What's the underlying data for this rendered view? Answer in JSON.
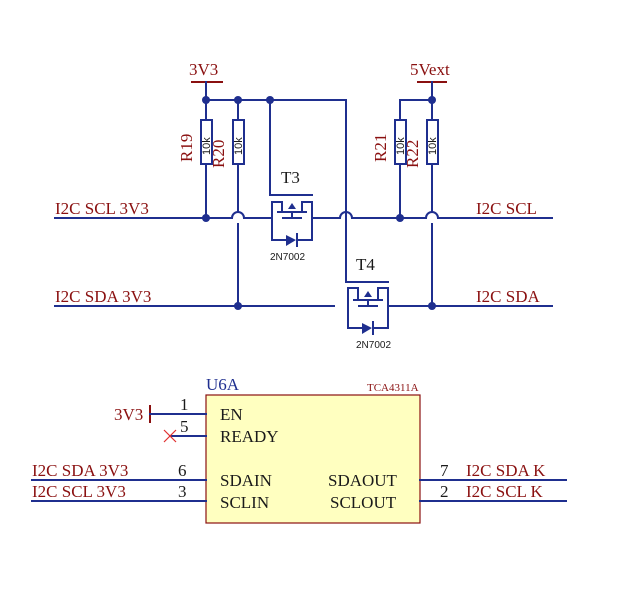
{
  "power": {
    "v33": "3V3",
    "v5": "5Vext"
  },
  "resistors": {
    "r19": {
      "ref": "R19",
      "value": "10k"
    },
    "r20": {
      "ref": "R20",
      "value": "10k"
    },
    "r21": {
      "ref": "R21",
      "value": "10k"
    },
    "r22": {
      "ref": "R22",
      "value": "10k"
    }
  },
  "transistors": {
    "t3": {
      "ref": "T3",
      "part": "2N7002"
    },
    "t4": {
      "ref": "T4",
      "part": "2N7002"
    }
  },
  "nets": {
    "scl_3v3": "I2C SCL 3V3",
    "sda_3v3": "I2C SDA 3V3",
    "scl": "I2C SCL",
    "sda": "I2C SDA",
    "sda_k": "I2C SDA K",
    "scl_k": "I2C SCL K"
  },
  "ic": {
    "ref": "U6A",
    "part": "TCA4311A",
    "body_color": "#ffffc0",
    "pins": {
      "p1": {
        "num": "1",
        "name": "EN"
      },
      "p5": {
        "num": "5",
        "name": "READY"
      },
      "p6": {
        "num": "6",
        "name": "SDAIN"
      },
      "p3": {
        "num": "3",
        "name": "SCLIN"
      },
      "p7": {
        "num": "7",
        "name": "SDAOUT"
      },
      "p2": {
        "num": "2",
        "name": "SCLOUT"
      }
    }
  },
  "colors": {
    "wire": "#1f2f8f",
    "label": "#8a1010",
    "no_connect": "#e03030"
  }
}
